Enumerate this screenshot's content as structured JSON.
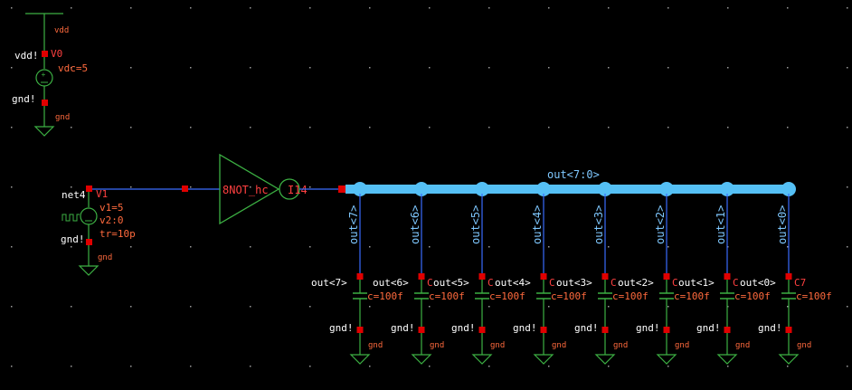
{
  "schematic": {
    "supply": {
      "vdd_symbol_label": "vdd",
      "source_instance": "V0",
      "source_value": "vdc=5",
      "top_net": "vdd!",
      "bottom_net": "gnd!",
      "gnd_symbol_label": "gnd"
    },
    "pulse_source": {
      "net": "net4",
      "instance": "V1",
      "v1": "v1=5",
      "v2": "v2:0",
      "tr": "tr=10p",
      "bottom_net": "gnd!",
      "gnd_symbol_label": "gnd"
    },
    "inverter": {
      "cell": "8NOT_hc",
      "instance": "I14"
    },
    "bus": {
      "label": "out<7:0>"
    },
    "caps": [
      {
        "tap": "out<7>",
        "net": "out<7>",
        "instance": "",
        "value": "c=100f",
        "gnd_net": "gnd!",
        "gnd_label": "gnd"
      },
      {
        "tap": "out<6>",
        "net": "out<6>",
        "instance": "C",
        "value": "c=100f",
        "gnd_net": "gnd!",
        "gnd_label": "gnd"
      },
      {
        "tap": "out<5>",
        "net": "out<5>",
        "instance": "C",
        "value": "c=100f",
        "gnd_net": "gnd!",
        "gnd_label": "gnd"
      },
      {
        "tap": "out<4>",
        "net": "out<4>",
        "instance": "C",
        "value": "c=100f",
        "gnd_net": "gnd!",
        "gnd_label": "gnd"
      },
      {
        "tap": "out<3>",
        "net": "out<3>",
        "instance": "C",
        "value": "c=100f",
        "gnd_net": "gnd!",
        "gnd_label": "gnd"
      },
      {
        "tap": "out<2>",
        "net": "out<2>",
        "instance": "C",
        "value": "c=100f",
        "gnd_net": "gnd!",
        "gnd_label": "gnd"
      },
      {
        "tap": "out<1>",
        "net": "out<1>",
        "instance": "C",
        "value": "c=100f",
        "gnd_net": "gnd!",
        "gnd_label": "gnd"
      },
      {
        "tap": "out<0>",
        "net": "out<0>",
        "instance": "C7",
        "value": "c=100f",
        "gnd_net": "gnd!",
        "gnd_label": "gnd"
      }
    ]
  }
}
